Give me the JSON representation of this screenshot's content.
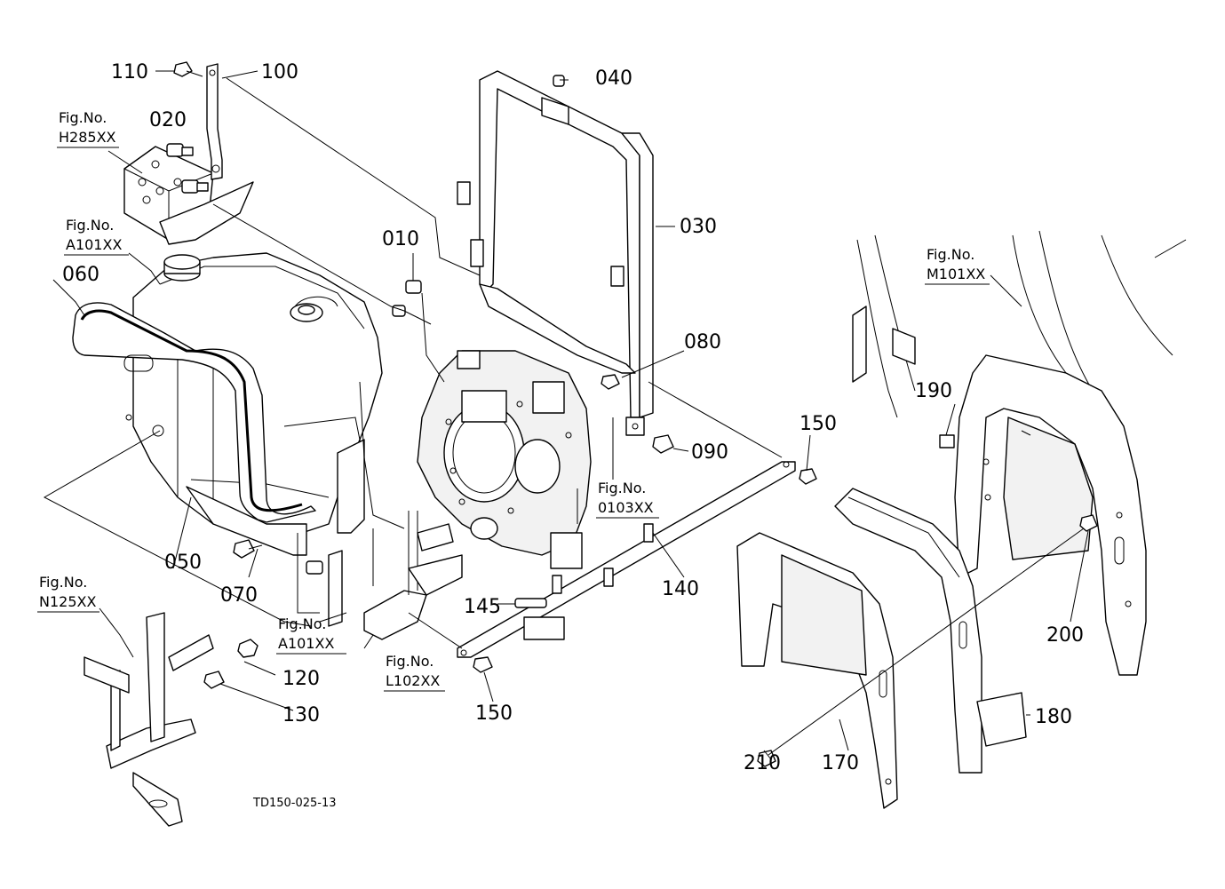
{
  "part_labels": {
    "p010": "010",
    "p020": "020",
    "p030": "030",
    "p040": "040",
    "p050": "050",
    "p060": "060",
    "p070": "070",
    "p080": "080",
    "p090": "090",
    "p100": "100",
    "p110": "110",
    "p120": "120",
    "p130": "130",
    "p140": "140",
    "p145": "145",
    "p150a": "150",
    "p150b": "150",
    "p170": "170",
    "p180": "180",
    "p190": "190",
    "p200": "200",
    "p210": "210"
  },
  "figure_refs": {
    "h285": {
      "line1": "Fig.No.",
      "line2": "H285XX"
    },
    "a101_top": {
      "line1": "Fig.No.",
      "line2": "A101XX"
    },
    "m101": {
      "line1": "Fig.No.",
      "line2": "M101XX"
    },
    "n125": {
      "line1": "Fig.No.",
      "line2": "N125XX"
    },
    "a101_mid": {
      "line1": "Fig.No.",
      "line2": "A101XX"
    },
    "l102": {
      "line1": "Fig.No.",
      "line2": "L102XX"
    },
    "o103": {
      "line1": "Fig.No.",
      "line2": "0103XX"
    }
  },
  "drawing_code": "TD150-025-13"
}
